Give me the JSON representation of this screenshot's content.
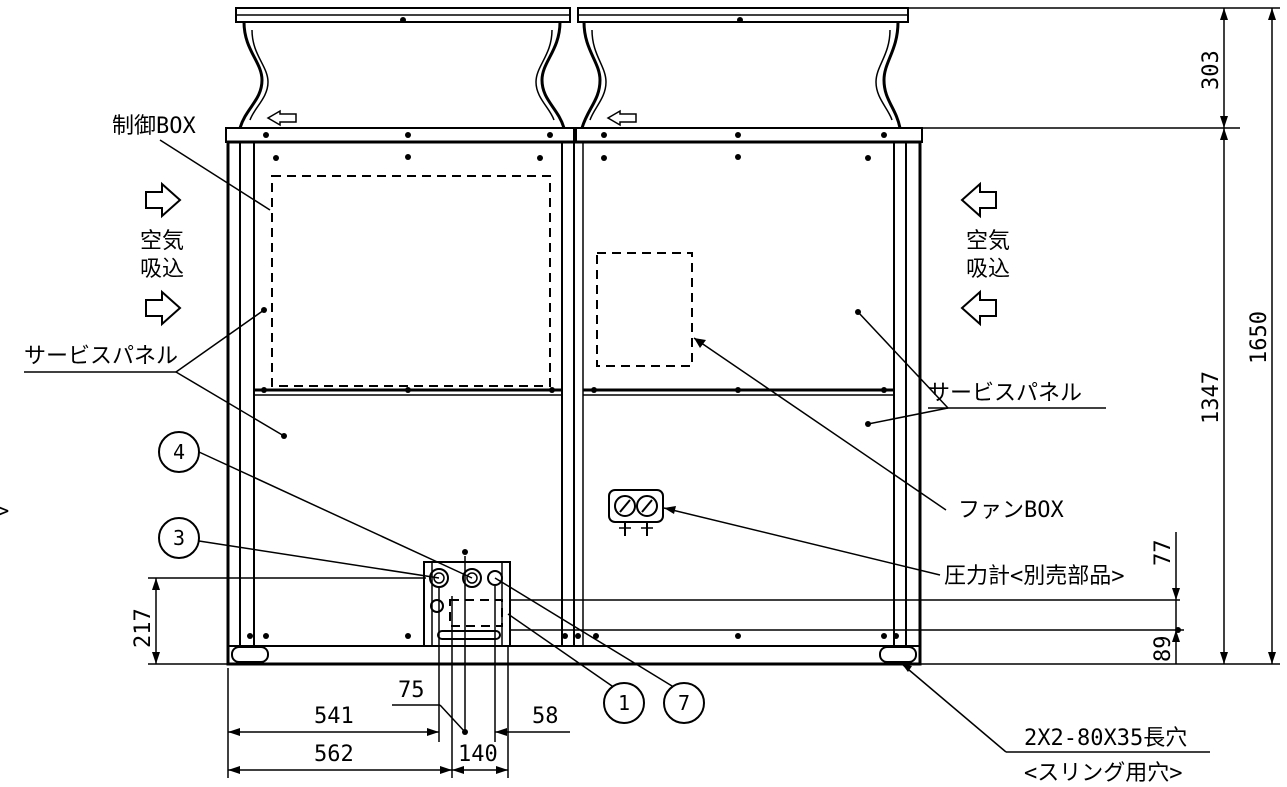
{
  "labels": {
    "control_box": "制御BOX",
    "air_intake_line1": "空気",
    "air_intake_line2": "吸込",
    "service_panel_left": "サービスパネル",
    "service_panel_right": "サービスパネル",
    "fan_box": "ファンBOX",
    "pressure_gauge": "圧力計<別売部品>",
    "sling_hole_line1": "2X2-80X35長穴",
    "sling_hole_line2": "<スリング用穴>",
    "partial_symbol": ">"
  },
  "callouts": [
    "4",
    "3",
    "1",
    "7"
  ],
  "dimensions": {
    "fan_height": "303",
    "body_height": "1347",
    "total_height": "1650",
    "dim_77": "77",
    "dim_89": "89",
    "dim_217": "217",
    "dim_541": "541",
    "dim_562": "562",
    "dim_75": "75",
    "dim_58": "58",
    "dim_140": "140"
  }
}
